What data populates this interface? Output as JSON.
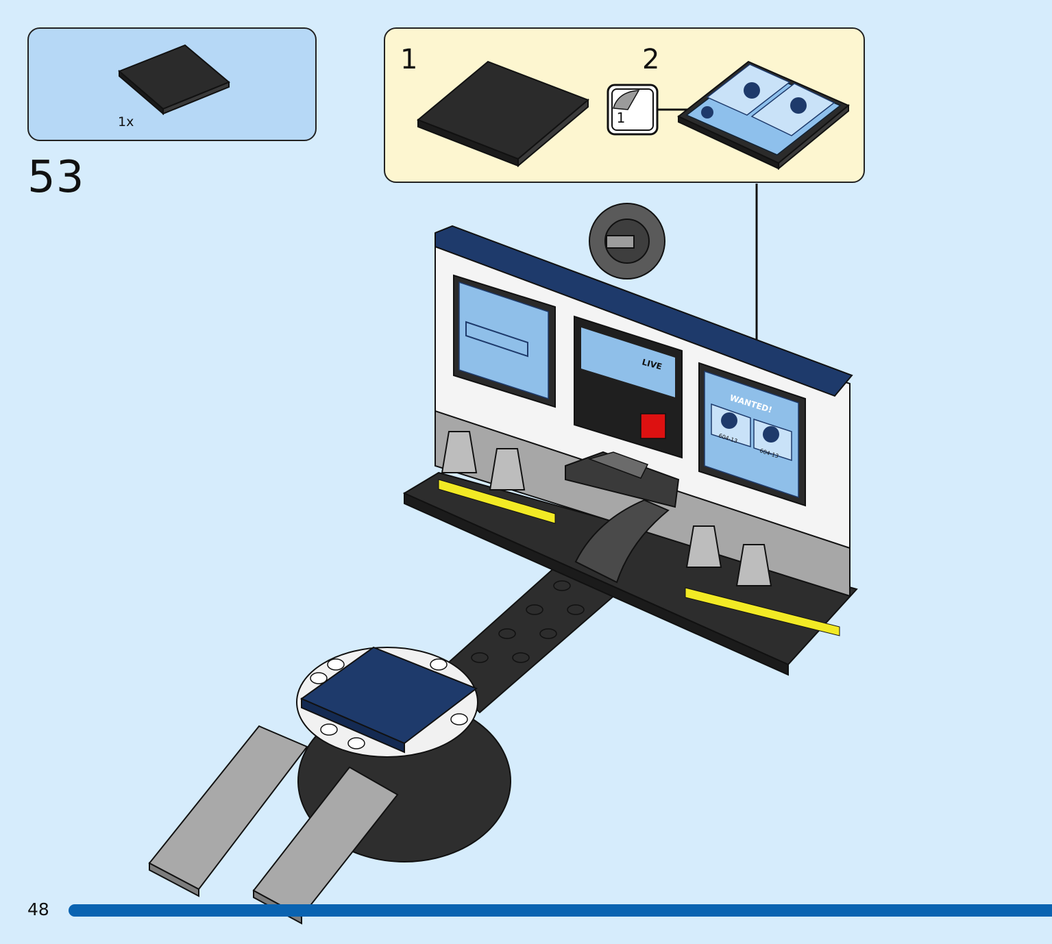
{
  "parts_needed": {
    "quantity_label": "1x"
  },
  "step": {
    "number": "53"
  },
  "subassembly": {
    "step_1": "1",
    "step_2": "2",
    "sticker_ref": "1"
  },
  "sticker": {
    "heading": "WANTED!",
    "code_left": "604-13",
    "code_right": "604-13"
  },
  "live_screen": {
    "label": "LIVE"
  },
  "footer": {
    "page_number": "48"
  },
  "colors": {
    "page_bg": "#d6ecfc",
    "parts_box": "#b6d8f6",
    "sub_box": "#fdf6d0",
    "page_bar": "#0a63b1",
    "dark_blue": "#1e3a6b",
    "black_brick": "#2a2a2a",
    "yellow_strip": "#f2ea25",
    "light_grey": "#a9a9a9"
  }
}
